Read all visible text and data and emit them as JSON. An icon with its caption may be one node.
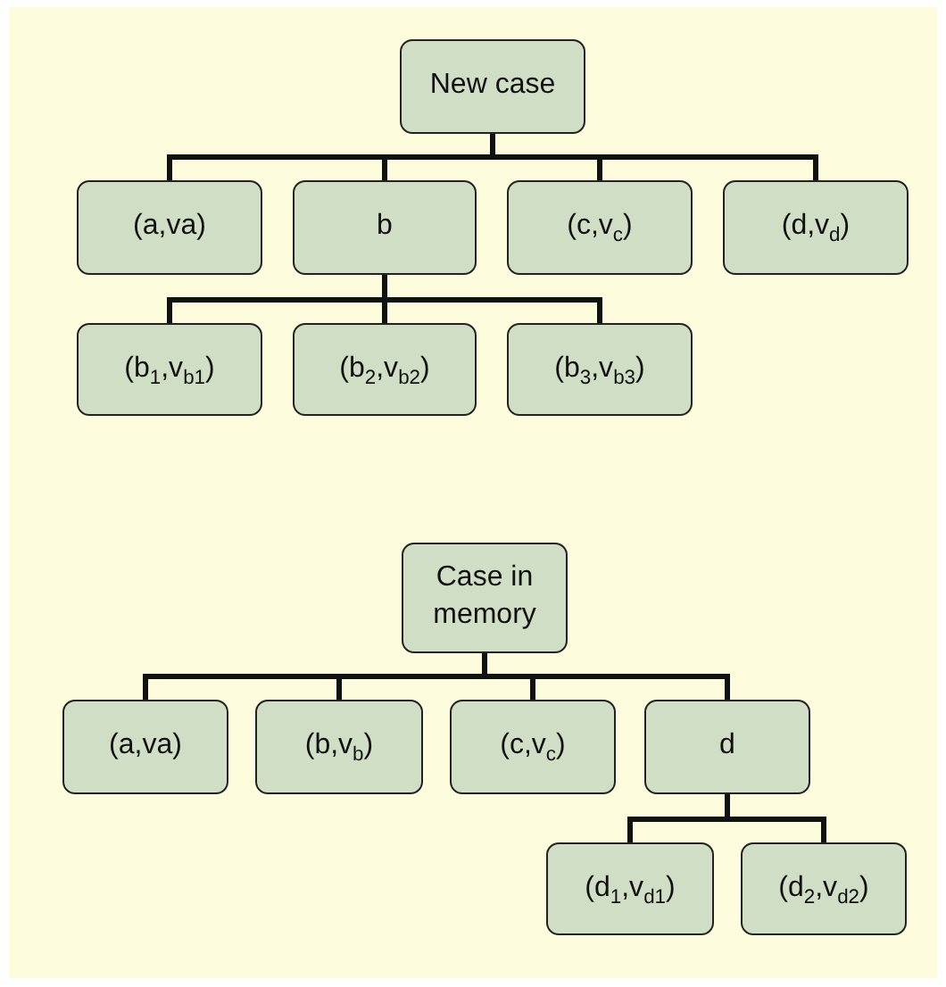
{
  "diagram": {
    "nodes": [
      {
        "text": [
          "New case"
        ]
      },
      {
        "text": [
          "(a,va)"
        ]
      },
      {
        "text": [
          "b"
        ]
      },
      {
        "text": [
          "(c,v$_{c}$)"
        ]
      },
      {
        "text": [
          "(d,v$_{d}$)"
        ]
      },
      {
        "text": [
          "(b$_{1}$,v$_{b1}$)"
        ]
      },
      {
        "text": [
          "(b$_{2}$,v$_{b2}$)"
        ]
      },
      {
        "text": [
          "(b$_{3}$,v$_{b3}$)"
        ]
      },
      {
        "text": [
          "Case in memory"
        ]
      },
      {
        "text": [
          "(a,va)"
        ]
      },
      {
        "text": [
          "(b,v$_{b}$)"
        ]
      },
      {
        "text": [
          "(c,v$_{c}$)"
        ]
      },
      {
        "text": [
          "d"
        ]
      },
      {
        "text": [
          "(d$_{1}$,v$_{d1}$)"
        ]
      },
      {
        "text": [
          "(d$_{2}$,v$_{d2}$)"
        ]
      }
    ],
    "edges": [
      {
        "from": 0,
        "to": 1,
        "arrow": "none"
      },
      {
        "from": 0,
        "to": 2,
        "arrow": "none"
      },
      {
        "from": 0,
        "to": 3,
        "arrow": "none"
      },
      {
        "from": 0,
        "to": 4,
        "arrow": "none"
      },
      {
        "from": 2,
        "to": 5,
        "arrow": "none"
      },
      {
        "from": 2,
        "to": 6,
        "arrow": "none"
      },
      {
        "from": 2,
        "to": 7,
        "arrow": "none"
      },
      {
        "from": 8,
        "to": 9,
        "arrow": "none"
      },
      {
        "from": 8,
        "to": 10,
        "arrow": "none"
      },
      {
        "from": 8,
        "to": 11,
        "arrow": "none"
      },
      {
        "from": 8,
        "to": 12,
        "arrow": "none"
      },
      {
        "from": 12,
        "to": 13,
        "arrow": "none"
      },
      {
        "from": 12,
        "to": 14,
        "arrow": "none"
      }
    ]
  }
}
